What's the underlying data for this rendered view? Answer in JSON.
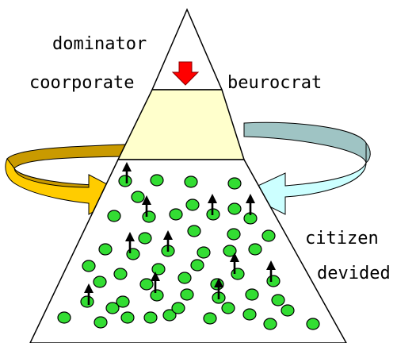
{
  "labels": {
    "top": "dominator",
    "left": "coorporate",
    "right": "beurocrat",
    "citizen": "citizen",
    "devided": "devided"
  },
  "colors": {
    "background": "#ffffff",
    "outline": "#000000",
    "middle_band": "#ffffcc",
    "down_arrow": "#ff0000",
    "left_arrow": "#ffcc00",
    "left_arrow_dark": "#c99a00",
    "right_arrow": "#ccffff",
    "right_arrow_dark": "#9fc4c4",
    "dot": "#33dd33",
    "up_arrow": "#000000"
  },
  "icons": {
    "down": "red-down-arrow-icon",
    "up": "black-up-arrow-icon",
    "circular_left": "yellow-curved-arrow-icon",
    "circular_right": "cyan-curved-arrow-icon"
  },
  "citizen_count": 52,
  "up_arrow_count": 11
}
